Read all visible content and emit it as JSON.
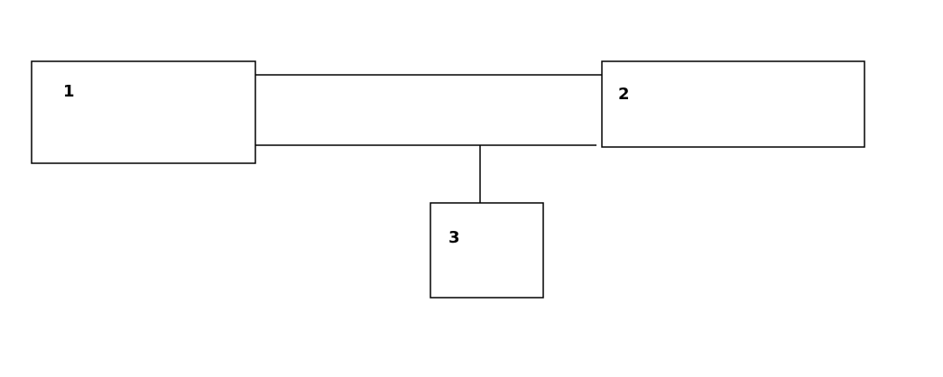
{
  "diagram": {
    "boxes": [
      {
        "label": "1"
      },
      {
        "label": "2"
      },
      {
        "label": "3"
      }
    ]
  }
}
